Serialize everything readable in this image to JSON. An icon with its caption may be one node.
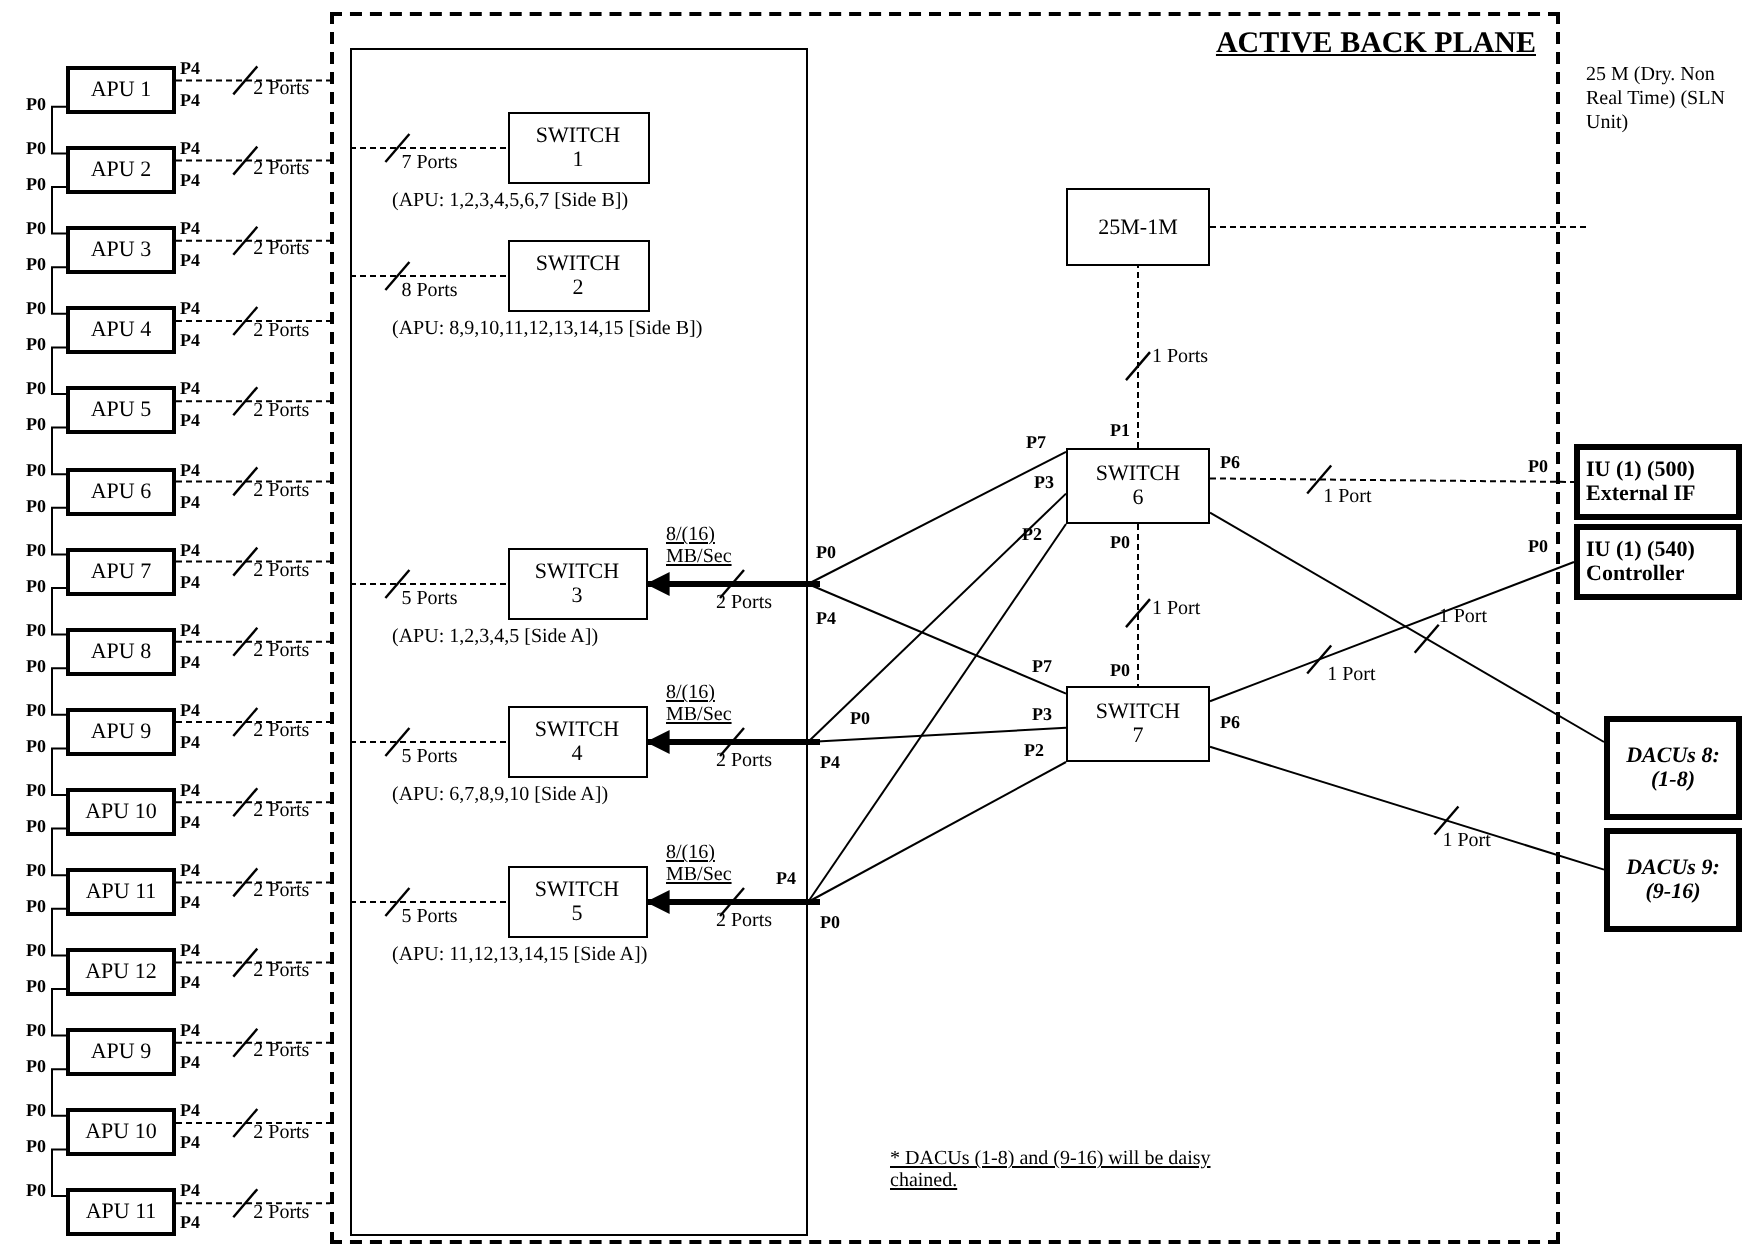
{
  "diagram": {
    "nodes": [
      {
        "text": [
          "ACTIVE BACK PLANE"
        ]
      },
      {
        "text": [],
        "shape": "box",
        "in": 0
      },
      {
        "text": [
          "SWITCH 1"
        ],
        "beside": [
          "(APU: 1,2,3,4,5,6,7 [Side B])"
        ],
        "in": 1
      },
      {
        "text": [
          "SWITCH 2"
        ],
        "beside": [
          "(APU: 8,9,10,11,12,13,14,15 [Side B])"
        ],
        "in": 1
      },
      {
        "text": [
          "SWITCH 3"
        ],
        "beside": [
          "(APU: 1,2,3,4,5 [Side A])"
        ],
        "in": 1
      },
      {
        "text": [
          "SWITCH 4"
        ],
        "beside": [
          "(APU: 6,7,8,9,10 [Side A])"
        ],
        "in": 1
      },
      {
        "text": [
          "SWITCH 5"
        ],
        "beside": [
          "(APU: 11,12,13,14,15 [Side A])"
        ],
        "in": 1
      },
      {
        "text": [
          "25M-1M"
        ],
        "in": 0
      },
      {
        "text": [
          "SWITCH 6"
        ],
        "beside": [
          "P7",
          "P3",
          "P2",
          "P1",
          "P0",
          "P6"
        ],
        "in": 0
      },
      {
        "text": [
          "SWITCH 7"
        ],
        "beside": [
          "P0",
          "P7",
          "P3",
          "P2",
          "P6"
        ],
        "in": 0
      },
      {
        "text": [
          "IU (1) (500) External IF"
        ],
        "beside": [
          "P0"
        ]
      },
      {
        "text": [
          "IU (1) (540) Controller"
        ],
        "beside": [
          "P0"
        ]
      },
      {
        "text": [
          "DACUs 8: (1-8)"
        ]
      },
      {
        "text": [
          "DACUs 9: (9-16)"
        ]
      },
      {
        "text": [
          "25 M (Dry. Non Real Time) (SLN Unit)"
        ]
      },
      {
        "text": [
          "APU 1"
        ],
        "beside": [
          "P4",
          "P4",
          "P0"
        ]
      },
      {
        "text": [
          "APU 2"
        ],
        "beside": [
          "P4",
          "P4",
          "P0",
          "P0"
        ]
      },
      {
        "text": [
          "APU 3"
        ],
        "beside": [
          "P4",
          "P4",
          "P0",
          "P0"
        ]
      },
      {
        "text": [
          "APU 4"
        ],
        "beside": [
          "P4",
          "P4",
          "P0",
          "P0"
        ]
      },
      {
        "text": [
          "APU 5"
        ],
        "beside": [
          "P4",
          "P4",
          "P0",
          "P0"
        ]
      },
      {
        "text": [
          "APU 6"
        ],
        "beside": [
          "P4",
          "P4",
          "P0",
          "P0"
        ]
      },
      {
        "text": [
          "APU 7"
        ],
        "beside": [
          "P4",
          "P4",
          "P0",
          "P0"
        ]
      },
      {
        "text": [
          "APU 8"
        ],
        "beside": [
          "P4",
          "P4",
          "P0",
          "P0"
        ]
      },
      {
        "text": [
          "APU 9"
        ],
        "beside": [
          "P4",
          "P4",
          "P0",
          "P0"
        ]
      },
      {
        "text": [
          "APU 10"
        ],
        "beside": [
          "P4",
          "P4",
          "P0",
          "P0"
        ]
      },
      {
        "text": [
          "APU 11"
        ],
        "beside": [
          "P4",
          "P4",
          "P0",
          "P0"
        ]
      },
      {
        "text": [
          "APU 12"
        ],
        "beside": [
          "P4",
          "P4",
          "P0",
          "P0"
        ]
      },
      {
        "text": [
          "APU 9"
        ],
        "beside": [
          "P4",
          "P4",
          "P0",
          "P0"
        ]
      },
      {
        "text": [
          "APU 10"
        ],
        "beside": [
          "P4",
          "P4",
          "P0",
          "P0"
        ]
      },
      {
        "text": [
          "APU 11"
        ],
        "beside": [
          "P4",
          "P4",
          "P0"
        ]
      }
    ],
    "edges": [
      {
        "from": 15,
        "to": 0,
        "arrow": "none",
        "label": "2 Ports",
        "style": "dashed"
      },
      {
        "from": 16,
        "to": 0,
        "arrow": "none",
        "label": "2 Ports",
        "style": "dashed"
      },
      {
        "from": 17,
        "to": 0,
        "arrow": "none",
        "label": "2 Ports",
        "style": "dashed"
      },
      {
        "from": 18,
        "to": 0,
        "arrow": "none",
        "label": "2 Ports",
        "style": "dashed"
      },
      {
        "from": 19,
        "to": 0,
        "arrow": "none",
        "label": "2 Ports",
        "style": "dashed"
      },
      {
        "from": 20,
        "to": 0,
        "arrow": "none",
        "label": "2 Ports",
        "style": "dashed"
      },
      {
        "from": 21,
        "to": 0,
        "arrow": "none",
        "label": "2 Ports",
        "style": "dashed"
      },
      {
        "from": 22,
        "to": 0,
        "arrow": "none",
        "label": "2 Ports",
        "style": "dashed"
      },
      {
        "from": 23,
        "to": 0,
        "arrow": "none",
        "label": "2 Ports",
        "style": "dashed"
      },
      {
        "from": 24,
        "to": 0,
        "arrow": "none",
        "label": "2 Ports",
        "style": "dashed"
      },
      {
        "from": 25,
        "to": 0,
        "arrow": "none",
        "label": "2 Ports",
        "style": "dashed"
      },
      {
        "from": 26,
        "to": 0,
        "arrow": "none",
        "label": "2 Ports",
        "style": "dashed"
      },
      {
        "from": 27,
        "to": 0,
        "arrow": "none",
        "label": "2 Ports",
        "style": "dashed"
      },
      {
        "from": 28,
        "to": 0,
        "arrow": "none",
        "label": "2 Ports",
        "style": "dashed"
      },
      {
        "from": 29,
        "to": 0,
        "arrow": "none",
        "label": "2 Ports",
        "style": "dashed"
      },
      {
        "from": 15,
        "to": 16,
        "arrow": "none"
      },
      {
        "from": 16,
        "to": 17,
        "arrow": "none"
      },
      {
        "from": 17,
        "to": 18,
        "arrow": "none"
      },
      {
        "from": 18,
        "to": 19,
        "arrow": "none"
      },
      {
        "from": 19,
        "to": 20,
        "arrow": "none"
      },
      {
        "from": 20,
        "to": 21,
        "arrow": "none"
      },
      {
        "from": 21,
        "to": 22,
        "arrow": "none"
      },
      {
        "from": 22,
        "to": 23,
        "arrow": "none"
      },
      {
        "from": 23,
        "to": 24,
        "arrow": "none"
      },
      {
        "from": 24,
        "to": 25,
        "arrow": "none"
      },
      {
        "from": 25,
        "to": 26,
        "arrow": "none"
      },
      {
        "from": 26,
        "to": 27,
        "arrow": "none"
      },
      {
        "from": 27,
        "to": 28,
        "arrow": "none"
      },
      {
        "from": 28,
        "to": 29,
        "arrow": "none"
      },
      {
        "from": 1,
        "to": 2,
        "arrow": "none",
        "label": "7 Ports",
        "style": "dashed"
      },
      {
        "from": 1,
        "to": 3,
        "arrow": "none",
        "label": "8 Ports",
        "style": "dashed"
      },
      {
        "from": 1,
        "to": 4,
        "arrow": "none",
        "label": "5 Ports",
        "style": "dashed"
      },
      {
        "from": 1,
        "to": 5,
        "arrow": "none",
        "label": "5 Ports",
        "style": "dashed"
      },
      {
        "from": 1,
        "to": 6,
        "arrow": "none",
        "label": "5 Ports",
        "style": "dashed"
      },
      {
        "from": 8,
        "to": 4,
        "arrow": "to"
      },
      {
        "from": 9,
        "to": 4,
        "arrow": "to"
      },
      {
        "from": 8,
        "to": 5,
        "arrow": "to"
      },
      {
        "from": 9,
        "to": 5,
        "arrow": "to"
      },
      {
        "from": 8,
        "to": 6,
        "arrow": "to"
      },
      {
        "from": 9,
        "to": 6,
        "arrow": "to"
      },
      {
        "from": 8,
        "to": 7,
        "arrow": "none",
        "label": "1 Ports",
        "style": "dashed"
      },
      {
        "from": 7,
        "to": 14,
        "arrow": "none",
        "style": "dashed"
      },
      {
        "from": 8,
        "to": 9,
        "arrow": "none",
        "label": "1 Port",
        "style": "dashed"
      },
      {
        "from": 8,
        "to": 10,
        "arrow": "none",
        "label": "1 Port",
        "style": "dashed"
      },
      {
        "from": 8,
        "to": 12,
        "arrow": "none",
        "label": "1 Port"
      },
      {
        "from": 9,
        "to": 11,
        "arrow": "none",
        "label": "1 Port"
      },
      {
        "from": 9,
        "to": 13,
        "arrow": "none",
        "label": "1 Port"
      }
    ],
    "labels": [
      "8/(16) MB/Sec",
      "P0",
      "P4",
      "2 Ports",
      "8/(16) MB/Sec",
      "P0",
      "P4",
      "2 Ports",
      "8/(16) MB/Sec",
      "P4",
      "P0",
      "2 Ports",
      "* DACUs (1-8) and (9-16) will be daisy chained."
    ]
  }
}
